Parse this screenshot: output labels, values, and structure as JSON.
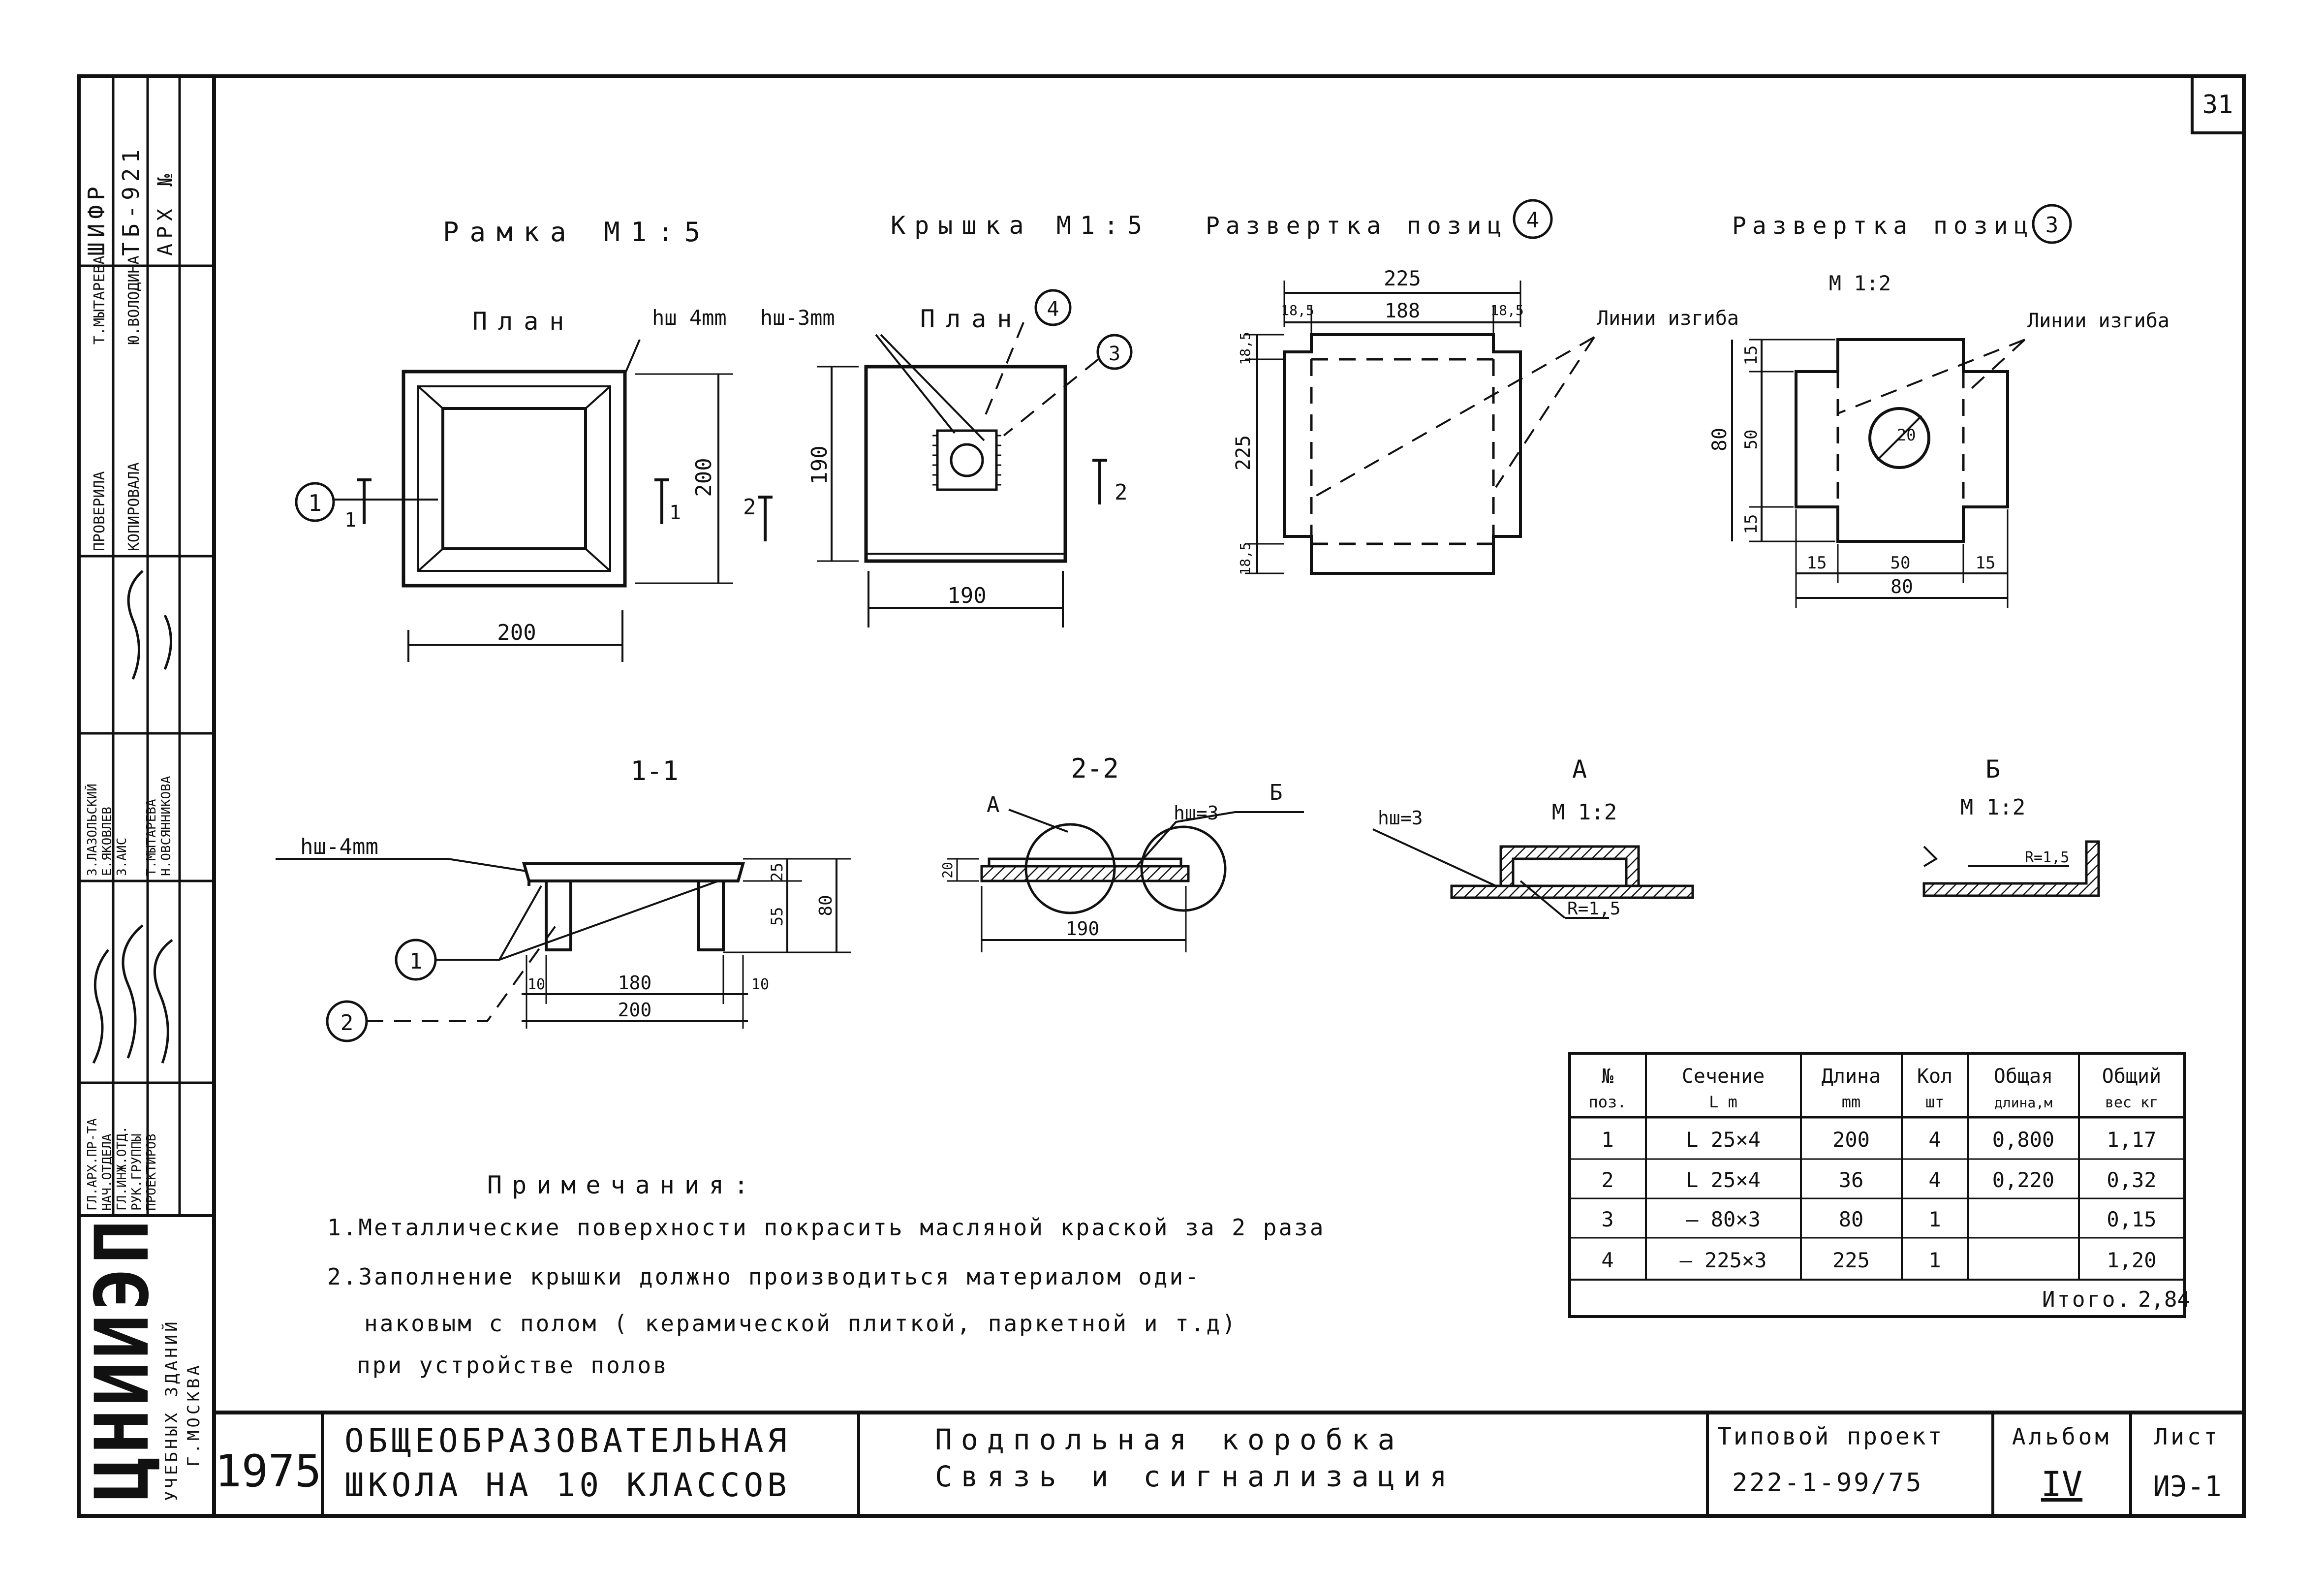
{
  "sheet_number": "31",
  "side_stamp": {
    "cipher_label": "ШИФР",
    "cipher_value": "ТБ-921",
    "arch_no_label": "АРХ №",
    "rows": [
      {
        "role": "ГЛ.АРХ.ПР-ТА",
        "sign": "",
        "name": "З.ЛАЗОЛЬСКИЙ"
      },
      {
        "role": "НАЧ.ОТДЕЛА",
        "sign": "",
        "name": "Е.ЯКОВЛЕВ"
      },
      {
        "role": "ГЛ.ИНЖ.ОТД.",
        "sign": "",
        "name": "З.АИС"
      },
      {
        "role": "РУК.ГРУППЫ",
        "sign": "",
        "name": "Т.МЫТАРЕВА"
      },
      {
        "role": "ПРОЕКТИРОВ",
        "sign": "",
        "name": "Н.ОВСЯННИКОВА"
      }
    ],
    "check_rows": [
      {
        "role": "ПРОВЕРИЛА",
        "name": "Т.МЫТАРЕВА"
      },
      {
        "role": "КОПИРОВАЛА",
        "name": "Ю.ВОЛОДИНА"
      }
    ],
    "org_logo": "ЦНИИЭП",
    "org_line1": "УЧЕБНЫХ ЗДАНИЙ",
    "org_line2": "Г.МОСКВА"
  },
  "views": {
    "frame": {
      "title": "Рамка М1:5",
      "plan": "План",
      "hw": "hш 4mm",
      "dim_w": "200",
      "dim_h": "200",
      "marker": "1",
      "cut_left": "1",
      "cut_right": "1"
    },
    "cover": {
      "title": "Крышка М1:5",
      "plan": "План",
      "hw": "hш-3mm",
      "dim_w": "190",
      "dim_h": "190",
      "marker4": "4",
      "marker3": "3",
      "cut_left": "2",
      "cut_right": "2"
    },
    "unfold4": {
      "title": "Развертка позиц",
      "marker": "4",
      "dim_total": "225",
      "dim_a": "18,5",
      "dim_b": "188",
      "dim_c": "18,5",
      "dim_h": "225",
      "dim_h_top": "18,5",
      "dim_h_bot": "18,5",
      "bend_label": "Линии изгиба"
    },
    "unfold3": {
      "title": "Развертка позиц",
      "marker": "3",
      "scale": "М 1:2",
      "dim_total": "80",
      "dim_a": "15",
      "dim_b": "50",
      "dim_c": "15",
      "dim_h": "80",
      "dim_h_top": "15",
      "dim_h_mid": "50",
      "dim_h_bot": "15",
      "hole": "20",
      "bend_label": "Линии изгиба"
    }
  },
  "sections": {
    "s11": {
      "title": "1-1",
      "hw": "hш-4mm",
      "dim_25": "25",
      "dim_55": "55",
      "dim_80": "80",
      "dim_10a": "10",
      "dim_180": "180",
      "dim_10b": "10",
      "dim_200": "200",
      "marker1": "1",
      "marker2": "2"
    },
    "s22": {
      "title": "2-2",
      "detail_a": "А",
      "detail_b": "Б",
      "hw": "hш=3",
      "dim_20": "20",
      "dim_190": "190"
    },
    "da": {
      "title": "А",
      "scale": "М 1:2",
      "hw": "hш=3",
      "radius": "R=1,5"
    },
    "db": {
      "title": "Б",
      "scale": "М 1:2",
      "radius": "R=1,5"
    }
  },
  "notes": {
    "heading": "Примечания:",
    "lines": [
      "1.Металлические поверхности покрасить масляной краской за 2 раза",
      "2.Заполнение крышки должно производиться материалом оди-",
      "наковым с полом ( керамической плиткой, паркетной и т.д)",
      "при устройстве полов"
    ]
  },
  "spec_table": {
    "headers": [
      [
        "№",
        "поз."
      ],
      [
        "Сечение",
        "L m"
      ],
      [
        "Длина",
        "mm"
      ],
      [
        "Кол",
        "шт"
      ],
      [
        "Общая",
        "длина,м"
      ],
      [
        "Общий",
        "вес кг"
      ]
    ],
    "rows": [
      [
        "1",
        "L 25×4",
        "200",
        "4",
        "0,800",
        "1,17"
      ],
      [
        "2",
        "L 25×4",
        "36",
        "4",
        "0,220",
        "0,32"
      ],
      [
        "3",
        "— 80×3",
        "80",
        "1",
        "",
        "0,15"
      ],
      [
        "4",
        "— 225×3",
        "225",
        "1",
        "",
        "1,20"
      ]
    ],
    "total_label": "Итого.",
    "total_value": "2,84"
  },
  "title_block": {
    "year": "1975",
    "school_line1": "ОБЩЕОБРАЗОВАТЕЛЬНАЯ",
    "school_line2": "ШКОЛА НА 10 КЛАССОВ",
    "drawing_line1": "Подпольная коробка",
    "drawing_line2": "Связь и сигнализация",
    "project_label": "Типовой проект",
    "project_value": "222-1-99/75",
    "album_label": "Альбом",
    "album_value": "IV",
    "sheet_label": "Лист",
    "sheet_value": "ИЭ-1"
  }
}
